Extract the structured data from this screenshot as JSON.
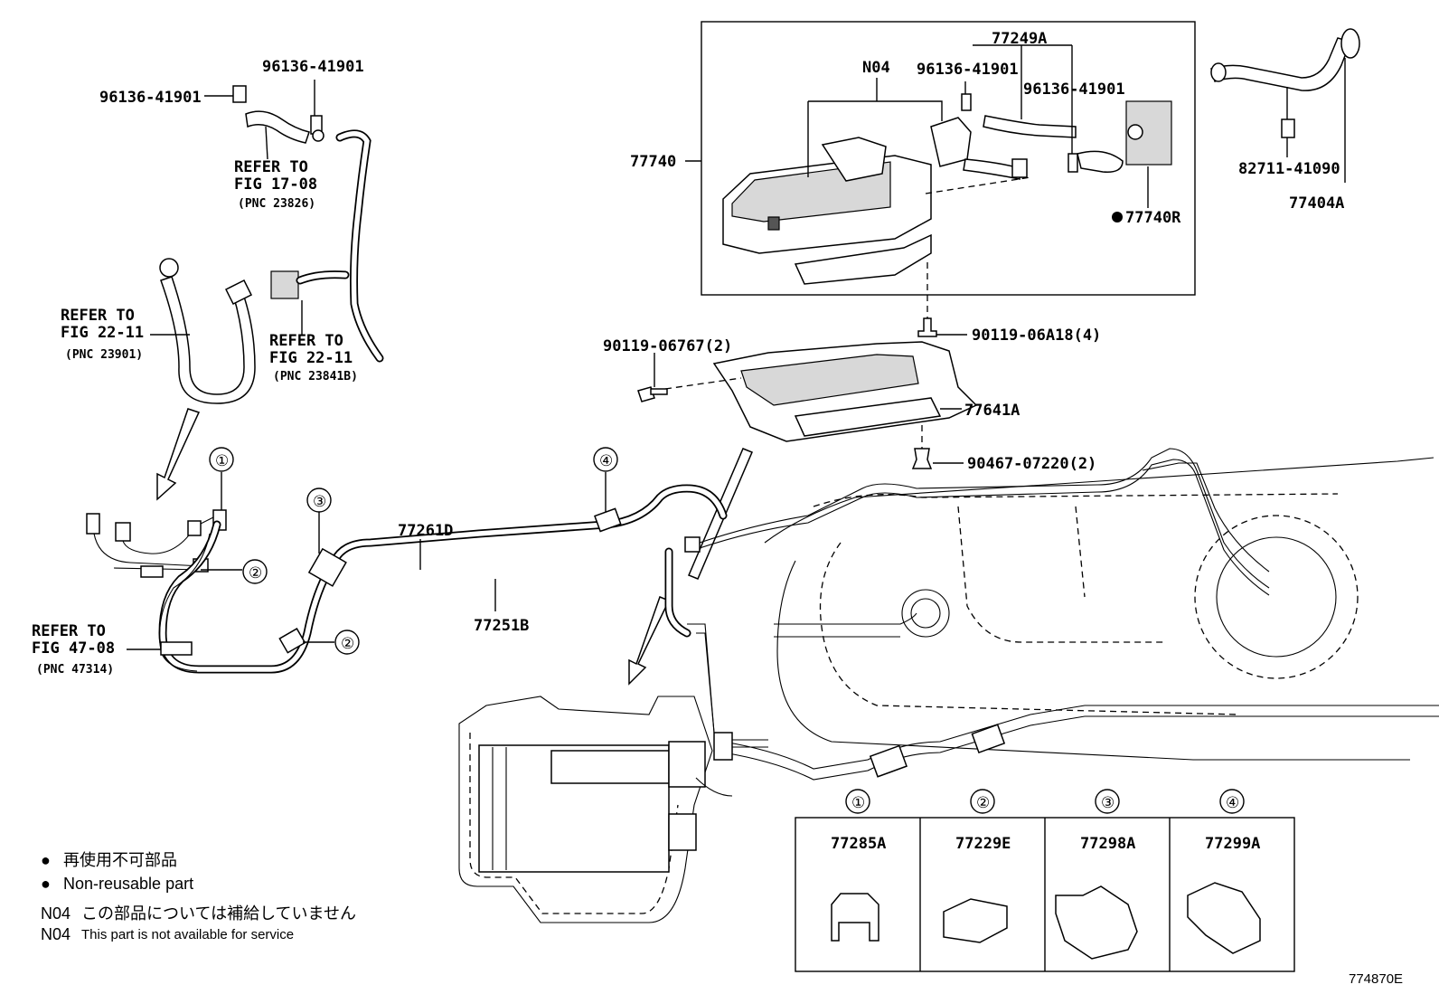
{
  "diagram": {
    "part_labels": [
      {
        "id": "96136-41901-a",
        "text": "96136-41901"
      },
      {
        "id": "96136-41901-b",
        "text": "96136-41901"
      },
      {
        "id": "96136-41901-c",
        "text": "96136-41901"
      },
      {
        "id": "96136-41901-d",
        "text": "96136-41901"
      },
      {
        "id": "77249A",
        "text": "77249A"
      },
      {
        "id": "N04",
        "text": "N04"
      },
      {
        "id": "77740",
        "text": "77740"
      },
      {
        "id": "77740R",
        "text": "77740R"
      },
      {
        "id": "82711-41090",
        "text": "82711-41090"
      },
      {
        "id": "77404A",
        "text": "77404A"
      },
      {
        "id": "90119-06A18",
        "text": "90119-06A18(4)"
      },
      {
        "id": "90119-06767",
        "text": "90119-06767(2)"
      },
      {
        "id": "77641A",
        "text": "77641A"
      },
      {
        "id": "90467-07220",
        "text": "90467-07220(2)"
      },
      {
        "id": "77261D",
        "text": "77261D"
      },
      {
        "id": "77251B",
        "text": "77251B"
      }
    ],
    "refer_notes": [
      {
        "line1": "REFER TO",
        "line2": "FIG 17-08",
        "line3": "(PNC 23826)"
      },
      {
        "line1": "REFER TO",
        "line2": "FIG 22-11",
        "line3": "(PNC 23901)"
      },
      {
        "line1": "REFER TO",
        "line2": "FIG 22-11",
        "line3": "(PNC 23841B)"
      },
      {
        "line1": "REFER TO",
        "line2": "FIG 47-08",
        "line3": "(PNC 47314)"
      }
    ],
    "callouts": [
      "①",
      "②",
      "②",
      "③",
      "④"
    ],
    "clamp_table": [
      {
        "num": "①",
        "part": "77285A"
      },
      {
        "num": "②",
        "part": "77229E"
      },
      {
        "num": "③",
        "part": "77298A"
      },
      {
        "num": "④",
        "part": "77299A"
      }
    ],
    "legend": {
      "bullet": "●",
      "nonreusable_jp": "再使用不可部品",
      "nonreusable_en": "Non-reusable part",
      "n04_code": "N04",
      "n04_jp": "この部品については補給していません",
      "n04_en": "This part is not available for service"
    },
    "figure_id": "774870E"
  }
}
